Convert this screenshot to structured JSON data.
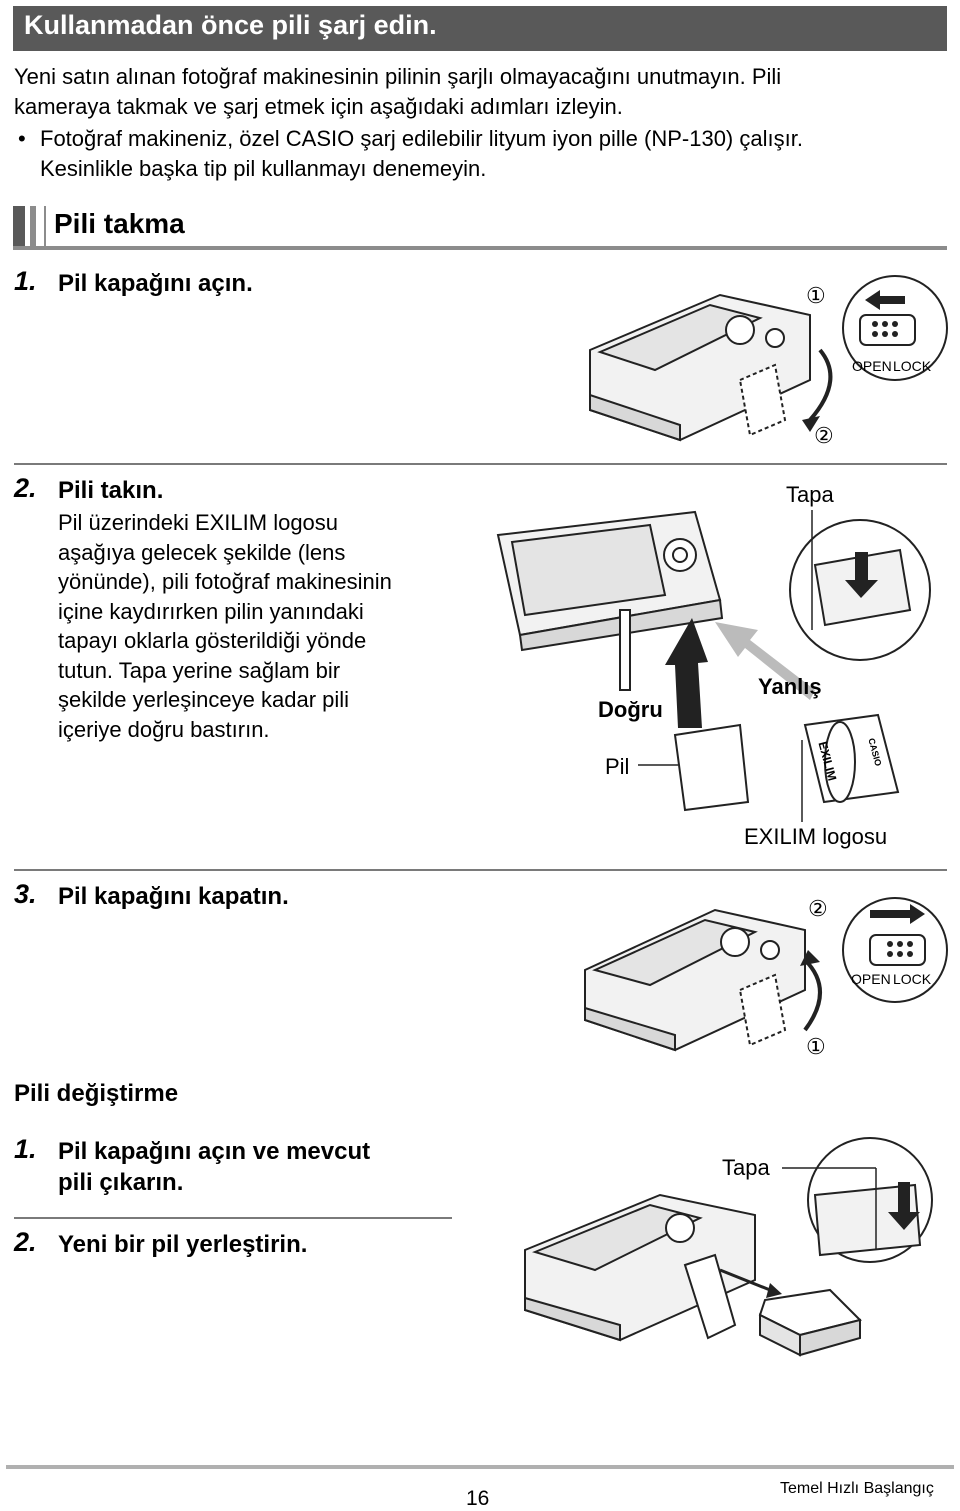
{
  "header": {
    "title": "Kullanmadan önce pili şarj edin."
  },
  "intro": {
    "line1": "Yeni satın alınan fotoğraf makinesinin pilinin şarjlı olmayacağını unutmayın. Pili",
    "line2": "kameraya takmak ve şarj etmek için aşağıdaki adımları izleyin.",
    "bullet_mark": "•",
    "bullet_line1": "Fotoğraf makineniz, özel CASIO şarj edilebilir lityum iyon pille (NP-130) çalışır.",
    "bullet_line2": "Kesinlikle başka tip pil kullanmayı denemeyin."
  },
  "section1": {
    "title": "Pili takma"
  },
  "steps": [
    {
      "num": "1.",
      "label": "Pil kapağını açın."
    },
    {
      "num": "2.",
      "label": "Pili takın.",
      "desc": [
        "Pil üzerindeki EXILIM logosu",
        "aşağıya gelecek şekilde (lens",
        "yönünde), pili fotoğraf makinesinin",
        "içine kaydırırken pilin yanındaki",
        "tapayı oklarla gösterildiği yönde",
        "tutun. Tapa yerine sağlam bir",
        "şekilde yerleşinceye kadar pili",
        "içeriye doğru bastırın."
      ]
    },
    {
      "num": "3.",
      "label": "Pil kapağını kapatın."
    }
  ],
  "fig1": {
    "marker1": "①",
    "marker2": "②",
    "open": "OPEN",
    "lock": "LOCK"
  },
  "fig2": {
    "tapa": "Tapa",
    "dogru": "Doğru",
    "yanlis": "Yanlış",
    "pil": "Pil",
    "exilim_logo": "EXILIM logosu",
    "exilim_mark": "EXILIM",
    "casio_mark": "CASIO"
  },
  "fig3": {
    "marker1": "①",
    "marker2": "②",
    "open": "OPEN",
    "lock": "LOCK"
  },
  "section2": {
    "title": "Pili değiştirme",
    "steps": [
      {
        "num": "1.",
        "label_line1": "Pil kapağını açın ve mevcut",
        "label_line2": "pili çıkarın."
      },
      {
        "num": "2.",
        "label": "Yeni bir pil yerleştirin."
      }
    ],
    "fig_tapa": "Tapa"
  },
  "footer": {
    "page_number": "16",
    "section": "Temel Hızlı Başlangıç"
  }
}
